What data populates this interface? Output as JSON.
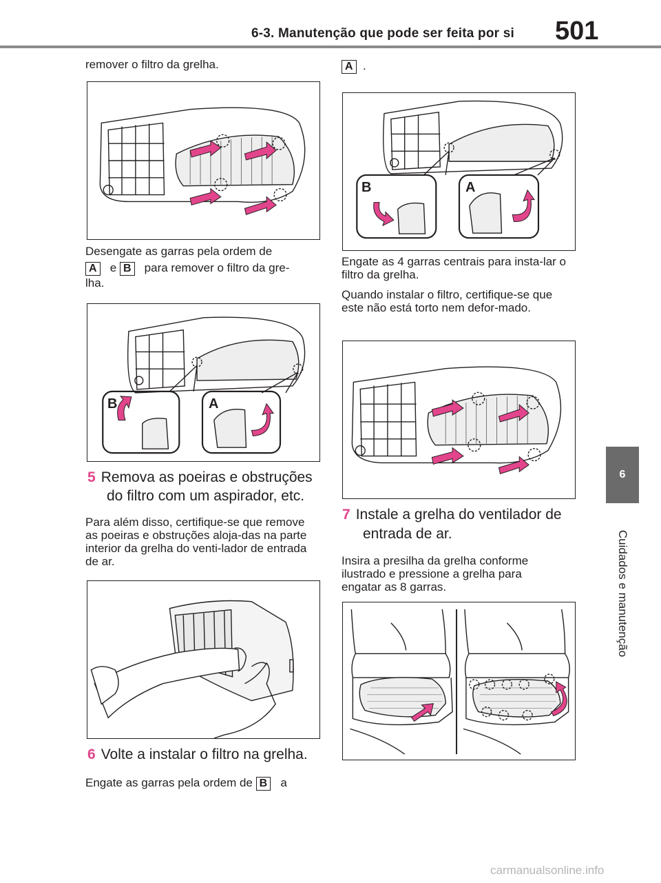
{
  "header": {
    "section": "6-3. Manutenção que pode ser feita por si",
    "page_number": "501"
  },
  "side_tab": {
    "chapter": "6",
    "chapter_title": "Cuidados e manutenção"
  },
  "left": {
    "p_intro": "remover o filtro da grelha.",
    "p_disengage_1": "Desengate as garras pela ordem de",
    "badge_a": "A",
    "p_disengage_and": "e",
    "badge_b": "B",
    "p_disengage_2": "para remover o filtro da gre-",
    "p_disengage_3": "lha.",
    "fig2_label_b": "B",
    "fig2_label_a": "A",
    "step5_num": "5",
    "step5_line1": "Remova as poeiras e obstruções",
    "step5_line2": "do filtro com um aspirador, etc.",
    "p_step5": "Para além disso, certifique-se que remove as poeiras e obstruções aloja-das na parte interior da grelha do venti-lador de entrada de ar.",
    "step6_num": "6",
    "step6_text": "Volte a instalar o filtro na grelha.",
    "p_step6": "Engate as garras pela ordem de",
    "p_step6_badge": "B",
    "p_step6_end": "a"
  },
  "right": {
    "badge_a": "A",
    "dot": ".",
    "fig_label_b": "B",
    "fig_label_a": "A",
    "p_engage": "Engate as 4 garras centrais para insta-lar o filtro da grelha.",
    "p_install": "Quando instalar o filtro, certifique-se que este não está torto nem defor-mado.",
    "step7_num": "7",
    "step7_line1": "Instale a grelha do ventilador de",
    "step7_line2": "entrada de ar.",
    "p_step7": "Insira a presilha da grelha conforme ilustrado e pressione a grelha para engatar as 8 garras."
  },
  "watermark": "carmanualsonline.info",
  "colors": {
    "accent": "#e2458c",
    "header_rule": "#8c8c8c",
    "tab": "#6b6b6b"
  }
}
